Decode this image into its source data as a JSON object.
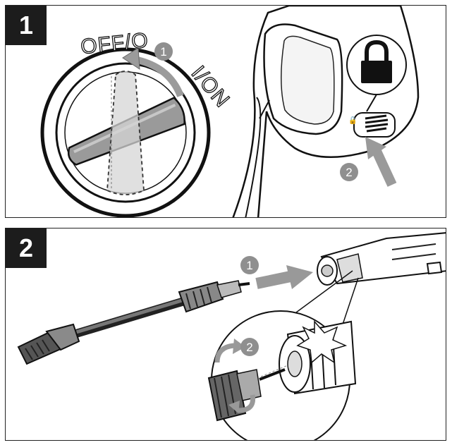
{
  "steps": [
    {
      "number": "1",
      "dial": {
        "off_label": "OFF/O",
        "on_label": "I/ON"
      },
      "callouts": [
        "1",
        "2"
      ],
      "icons": [
        "lock-icon",
        "rotate-arrow-icon",
        "push-arrow-icon"
      ]
    },
    {
      "number": "2",
      "callouts": [
        "1",
        "2"
      ],
      "icons": [
        "push-arrow-icon",
        "rotate-arrow-icon"
      ]
    }
  ]
}
